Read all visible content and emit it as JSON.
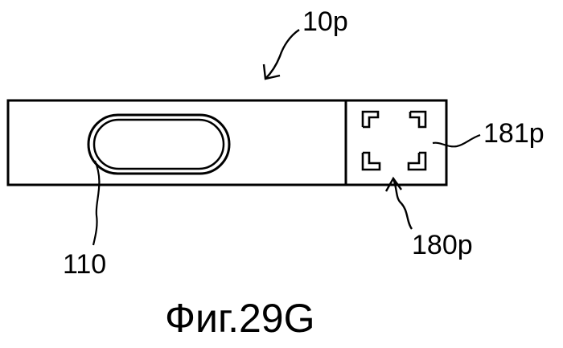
{
  "figure": {
    "caption": "Фиг.29G",
    "labels": {
      "device": "10p",
      "window": "110",
      "mark": "180p",
      "mark_area": "181p"
    }
  }
}
